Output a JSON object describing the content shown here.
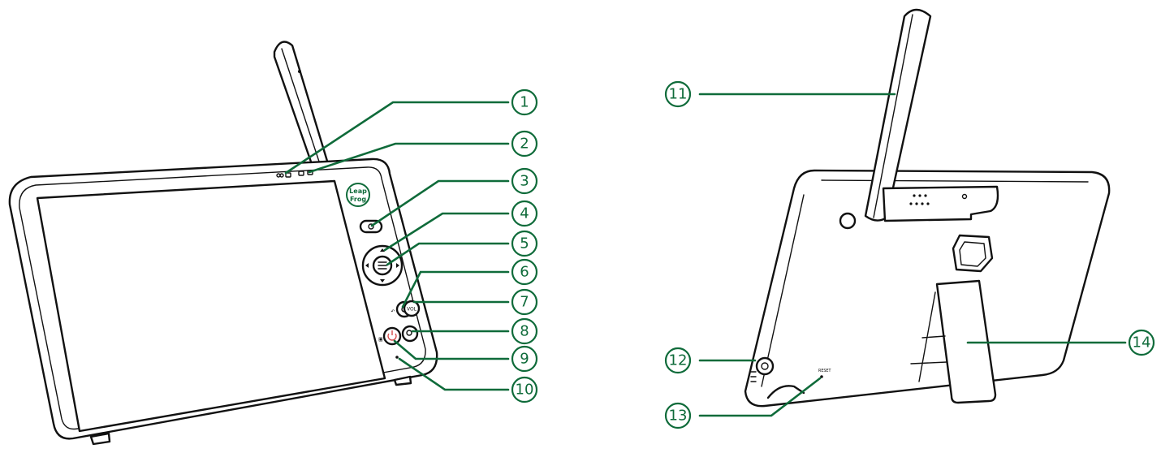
{
  "colors": {
    "callout_green": "#0f6b3a",
    "outline": "#111111",
    "power_red": "#d64a4a"
  },
  "front_view": {
    "logo": {
      "line1": "Leap",
      "line2": "Frog"
    },
    "vol_label": "VOL"
  },
  "back_view": {
    "reset_label": "RESET"
  },
  "callouts": [
    {
      "number": "1"
    },
    {
      "number": "2"
    },
    {
      "number": "3"
    },
    {
      "number": "4"
    },
    {
      "number": "5"
    },
    {
      "number": "6"
    },
    {
      "number": "7"
    },
    {
      "number": "8"
    },
    {
      "number": "9"
    },
    {
      "number": "10"
    },
    {
      "number": "11"
    },
    {
      "number": "12"
    },
    {
      "number": "13"
    },
    {
      "number": "14"
    }
  ]
}
